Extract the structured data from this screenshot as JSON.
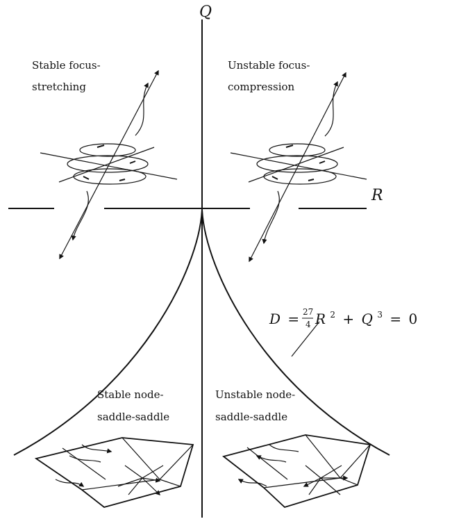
{
  "axes": {
    "vertical_label": "Q",
    "horizontal_label": "R"
  },
  "regions": {
    "top_left": {
      "line1": "Stable focus-",
      "line2": "stretching"
    },
    "top_right": {
      "line1": "Unstable focus-",
      "line2": "compression"
    },
    "bottom_left": {
      "line1": "Stable node-",
      "line2": "saddle-saddle"
    },
    "bottom_right": {
      "line1": "Unstable node-",
      "line2": "saddle-saddle"
    }
  },
  "curve_equation": {
    "lhs": "D",
    "eq1": "=",
    "frac_num": "27",
    "frac_den": "4",
    "r_var": "R",
    "r_exp": "2",
    "plus": "+",
    "q_var": "Q",
    "q_exp": "3",
    "eq2": "=",
    "rhs": "0"
  }
}
